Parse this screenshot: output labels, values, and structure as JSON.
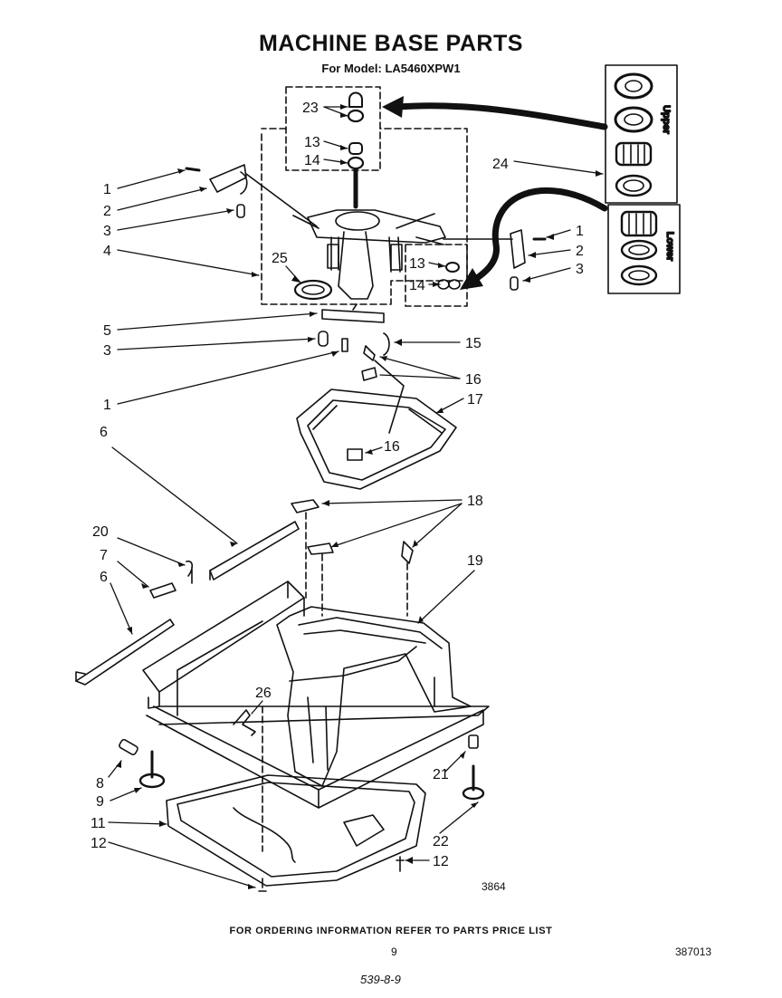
{
  "header": {
    "title": "MACHINE BASE PARTS",
    "model_line": "For Model: LA5460XPW1"
  },
  "inset": {
    "upper_label": "Upper",
    "lower_label": "Lower"
  },
  "callouts": {
    "c23": "23",
    "c13a": "13",
    "c14a": "14",
    "c24": "24",
    "c1a": "1",
    "c2a": "2",
    "c3a": "3",
    "c4": "4",
    "c1b": "1",
    "c2b": "2",
    "c3b": "3",
    "c25": "25",
    "c13b": "13",
    "c14b": "14",
    "c5": "5",
    "c3c": "3",
    "c15": "15",
    "c16a": "16",
    "c1c": "1",
    "c17": "17",
    "c6a": "6",
    "c16b": "16",
    "c18": "18",
    "c20": "20",
    "c19": "19",
    "c7": "7",
    "c6b": "6",
    "c26": "26",
    "c8": "8",
    "c21": "21",
    "c9": "9",
    "c11": "11",
    "c22": "22",
    "c12a": "12",
    "c12b": "12"
  },
  "figure_number": "3864",
  "footer": {
    "ordering_note": "FOR ORDERING INFORMATION REFER TO PARTS PRICE LIST",
    "page_number": "9",
    "part_number": "387013",
    "handwritten": "539-8-9"
  }
}
